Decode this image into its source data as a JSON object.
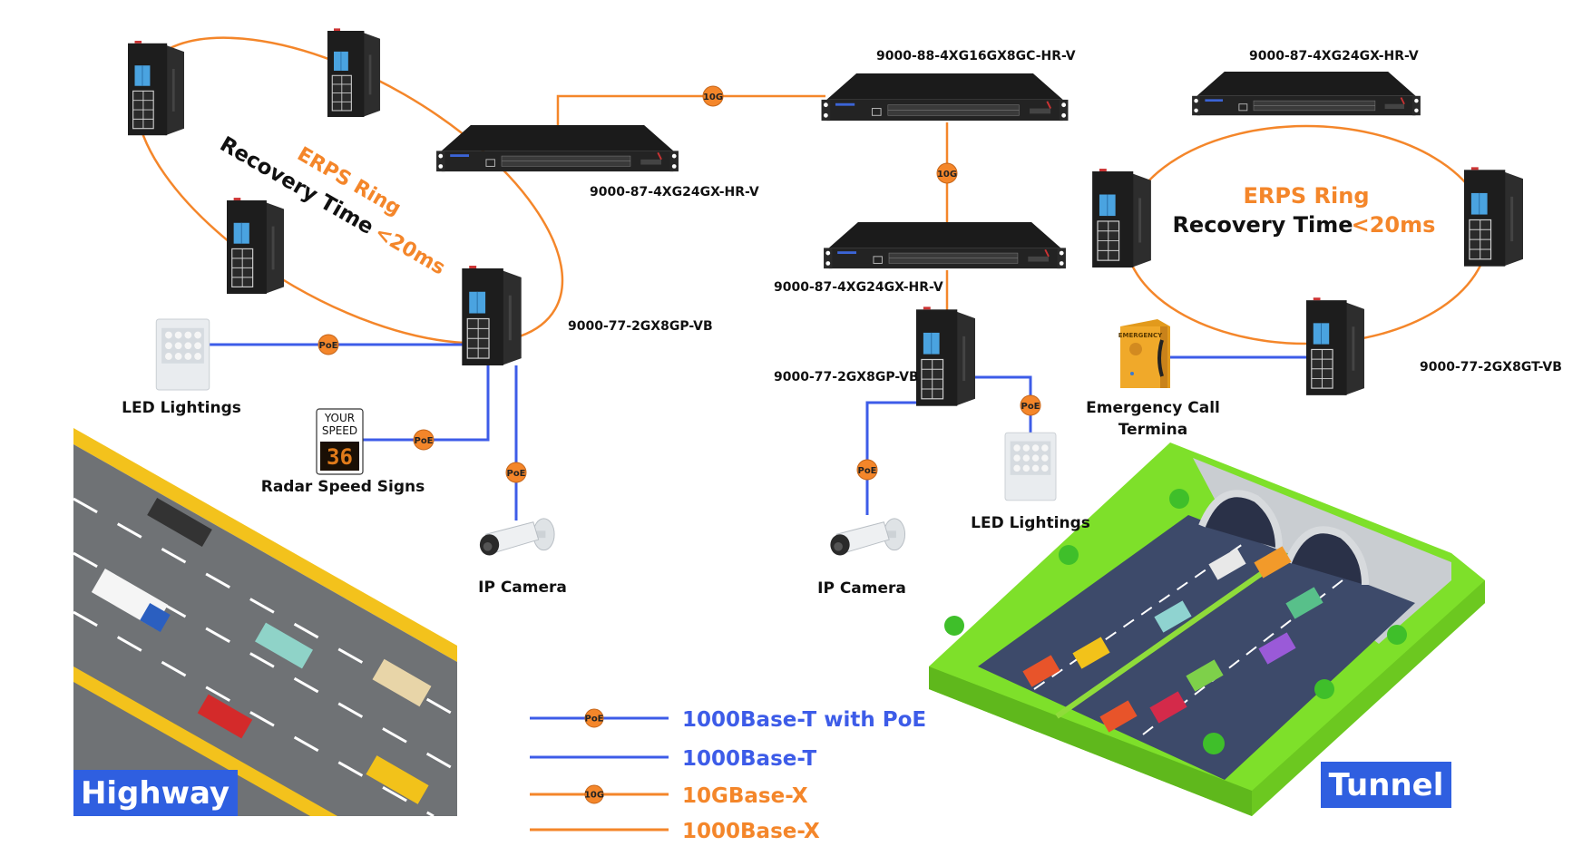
{
  "colors": {
    "fiber": "#f4862a",
    "copper": "#3d5ce8",
    "badge": "#f4862a",
    "grass": "#7ee02a",
    "label_bg": "#2f5fe0"
  },
  "left_ring": {
    "title": "ERPS Ring",
    "recovery_label": "Recovery Time",
    "recovery_value": "<20ms"
  },
  "right_ring": {
    "title": "ERPS Ring",
    "recovery_label": "Recovery Time",
    "recovery_value": "<20ms"
  },
  "devices": {
    "left_core": "9000-87-4XG24GX-HR-V",
    "left_access": "9000-77-2GX8GP-VB",
    "center_core": "9000-88-4XG16GX8GC-HR-V",
    "center_agg": "9000-87-4XG24GX-HR-V",
    "center_access": "9000-77-2GX8GP-VB",
    "right_core": "9000-87-4XG24GX-HR-V",
    "right_access": "9000-77-2GX8GT-VB"
  },
  "badges": {
    "poe": "PoE",
    "tengig": "10G"
  },
  "endpoints": {
    "led_left": "LED Lightings",
    "radar": "Radar Speed Signs",
    "radar_sign_line1": "YOUR",
    "radar_sign_line2": "SPEED",
    "radar_sign_value": "36",
    "camera_left": "IP Camera",
    "camera_center": "IP Camera",
    "led_right": "LED Lightings",
    "emergency_line1": "Emergency Call",
    "emergency_line2": "Termina",
    "emergency_sign": "EMERGENCY"
  },
  "scenes": {
    "highway": "Highway",
    "tunnel": "Tunnel"
  },
  "legend": [
    {
      "label": "1000Base-T with PoE",
      "color": "#3d5ce8",
      "badge": "PoE"
    },
    {
      "label": "1000Base-T",
      "color": "#3d5ce8",
      "badge": ""
    },
    {
      "label": "10GBase-X",
      "color": "#f4862a",
      "badge": "10G"
    },
    {
      "label": "1000Base-X",
      "color": "#f4862a",
      "badge": ""
    }
  ]
}
